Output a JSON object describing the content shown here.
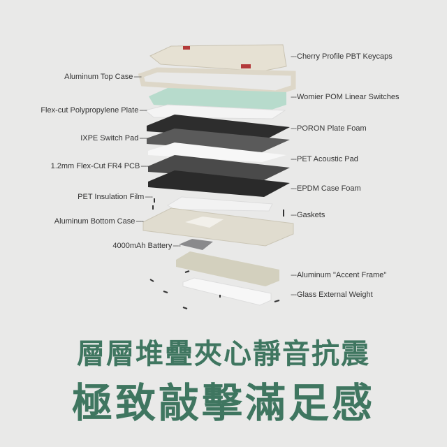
{
  "labels_left": [
    "Aluminum Top Case",
    "Flex-cut Polypropylene Plate",
    "IXPE Switch Pad",
    "1.2mm Flex-Cut FR4 PCB",
    "PET Insulation Film",
    "Aluminum Bottom Case",
    "4000mAh Battery"
  ],
  "labels_right": [
    "Cherry Profile PBT Keycaps",
    "Womier POM Linear Switches",
    "PORON Plate Foam",
    "PET Acoustic Pad",
    "EPDM Case Foam",
    "Gaskets",
    "Aluminum \"Accent Frame\"",
    "Glass External Weight"
  ],
  "headline": {
    "line1": "層層堆疊夾心靜音抗震",
    "line2": "極致敲擊滿足感"
  },
  "colors": {
    "accent": "#3f7660",
    "background": "#e9e9e8"
  }
}
